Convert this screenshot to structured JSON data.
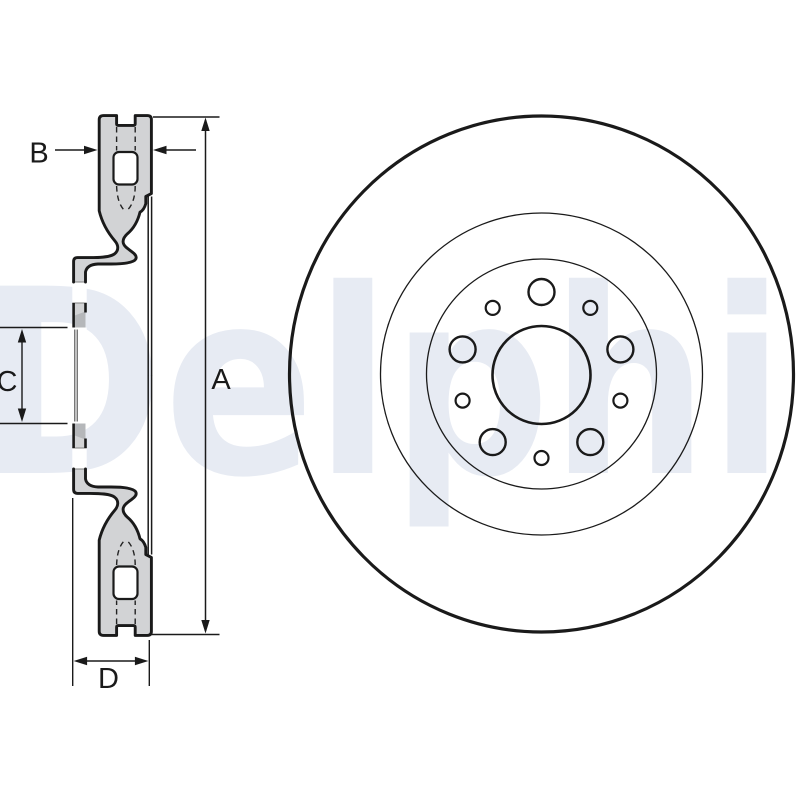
{
  "watermark": {
    "text": "Delphi",
    "color": "#e7ebf3"
  },
  "drawing": {
    "type": "brake-disc-technical-drawing",
    "views": {
      "left": "cross-section of vented brake disc with hat profile, mounting flange, center bore",
      "right": "front view of brake disc with center bore, hub circle, friction band and bolt holes"
    },
    "bolt_pattern": {
      "large_holes": 5,
      "small_holes": 5
    },
    "dimension_labels": {
      "outer_diameter": "A",
      "disc_thickness": "B",
      "center_bore": "C",
      "overall_height": "D"
    }
  },
  "labels": {
    "a": "A",
    "b": "B",
    "c": "C",
    "d": "D"
  },
  "colors": {
    "line": "#1a1a1a",
    "section_fill": "#d2d3d5",
    "section_shadow": "#b5b7ba",
    "notch_fill": "#eef0f2",
    "watermark": "#e7ebf3",
    "background": "#ffffff"
  }
}
